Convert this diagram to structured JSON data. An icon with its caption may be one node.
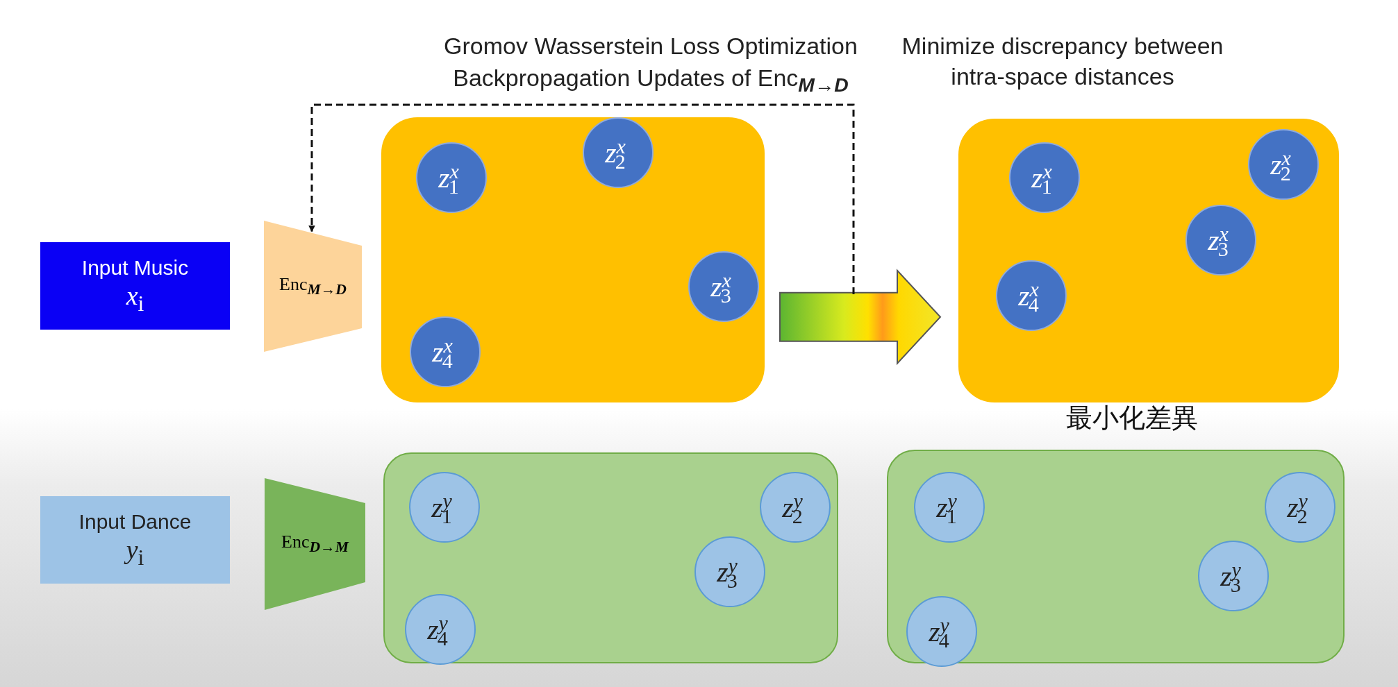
{
  "diagram": {
    "nodes": [
      {
        "text": [
          "Input Music",
          "*x*$_{i}$"
        ]
      },
      {
        "text": [
          "Enc$_{M→D}$"
        ]
      },
      {
        "text": [],
        "shape": "box"
      },
      {
        "text": [
          "*z*$^{x}$$_{1}$"
        ],
        "in": 2
      },
      {
        "text": [
          "*z*$^{x}$$_{2}$"
        ],
        "in": 2
      },
      {
        "text": [
          "*z*$^{x}$$_{3}$"
        ],
        "in": 2
      },
      {
        "text": [
          "*z*$^{x}$$_{4}$"
        ],
        "in": 2
      },
      {
        "text": [],
        "shape": "box"
      },
      {
        "text": [
          "*z*$^{x}$$_{1}$"
        ],
        "in": 7
      },
      {
        "text": [
          "*z*$^{x}$$_{2}$"
        ],
        "in": 7
      },
      {
        "text": [
          "*z*$^{x}$$_{3}$"
        ],
        "in": 7
      },
      {
        "text": [
          "*z*$^{x}$$_{4}$"
        ],
        "in": 7
      },
      {
        "text": [
          "Input Dance",
          "*y*$_{i}$"
        ]
      },
      {
        "text": [
          "Enc$_{D→M}$"
        ]
      },
      {
        "text": [],
        "shape": "box"
      },
      {
        "text": [
          "*z*$^{y}$$_{1}$"
        ],
        "in": 14
      },
      {
        "text": [
          "*z*$^{y}$$_{2}$"
        ],
        "in": 14
      },
      {
        "text": [
          "*z*$^{y}$$_{3}$"
        ],
        "in": 14
      },
      {
        "text": [
          "*z*$^{y}$$_{4}$"
        ],
        "in": 14
      },
      {
        "text": [],
        "shape": "box"
      },
      {
        "text": [
          "*z*$^{y}$$_{1}$"
        ],
        "in": 19
      },
      {
        "text": [
          "*z*$^{y}$$_{2}$"
        ],
        "in": 19
      },
      {
        "text": [
          "*z*$^{y}$$_{3}$"
        ],
        "in": 19
      },
      {
        "text": [
          "*z*$^{y}$$_{4}$"
        ],
        "in": 19
      }
    ],
    "edges": [
      {
        "from": 2,
        "to": 7,
        "arrow": "to",
        "style": "thick"
      },
      {
        "from": null,
        "to": 1,
        "arrow": "to",
        "style": "dashed"
      }
    ],
    "labels": [
      "Gromov Wasserstein Loss Optimization",
      "Backpropagation Updates of Enc$_{M→D}$",
      "Minimize discrepancy between intra-space distances",
      "最小化差異"
    ]
  }
}
